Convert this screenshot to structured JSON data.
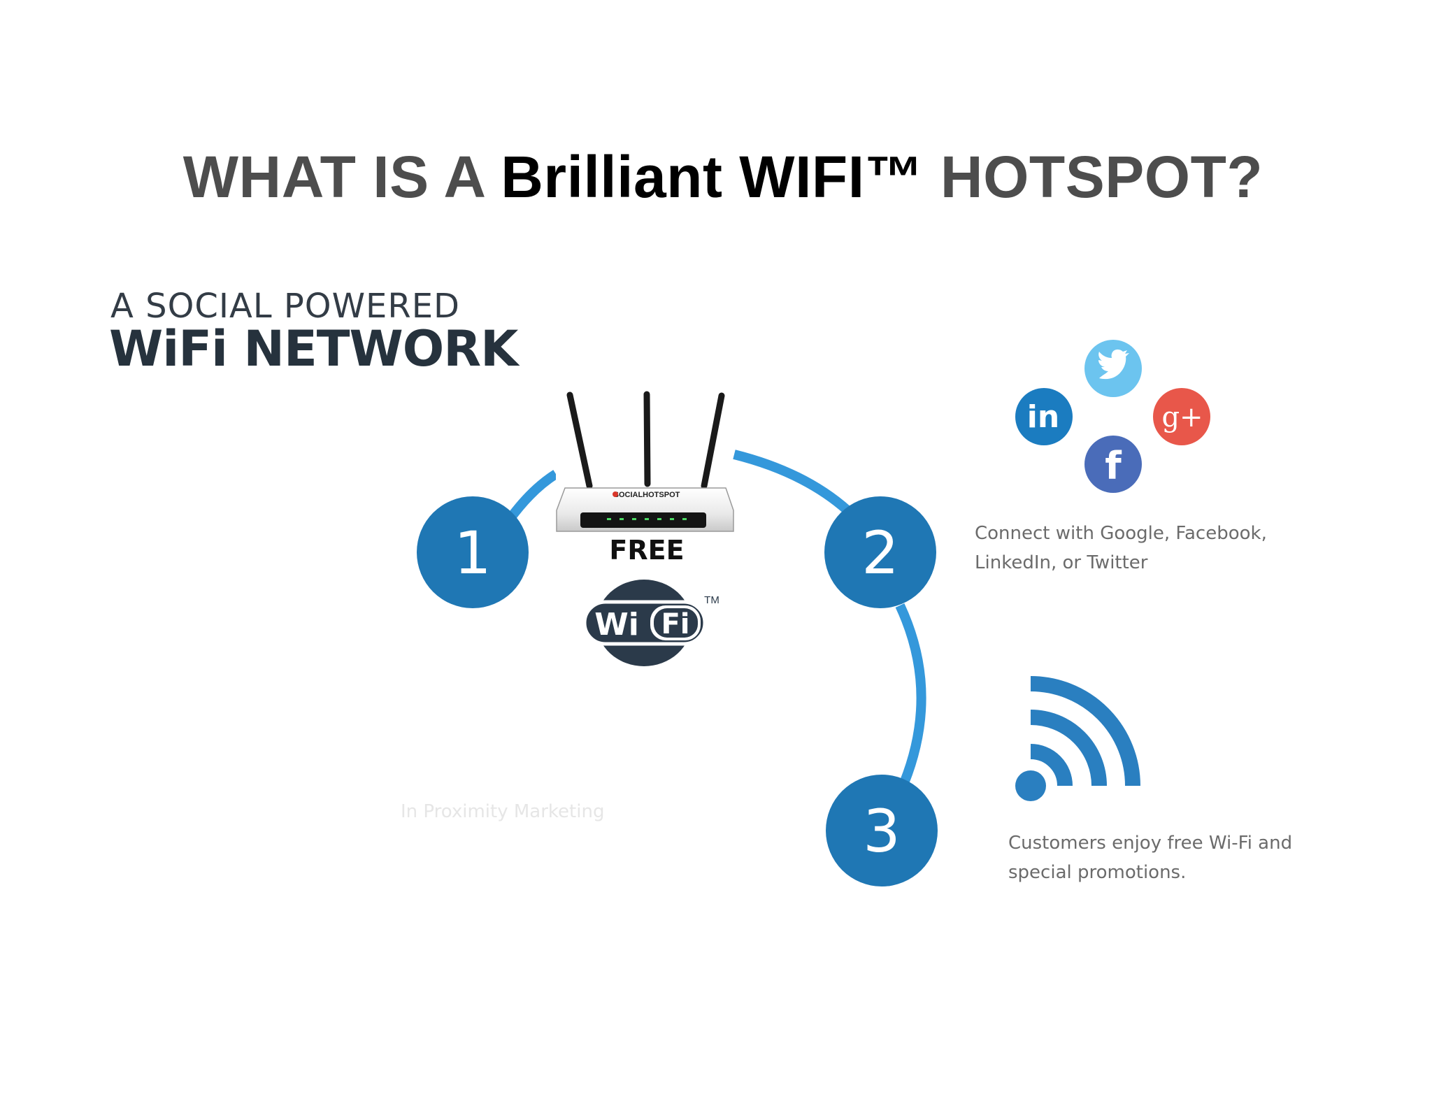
{
  "heading": {
    "prefix": "WHAT IS A ",
    "brand": "Brilliant WIFI™",
    "suffix": " HOTSPOT?"
  },
  "tagline": {
    "line1": "A SOCIAL POWERED",
    "line2": "WiFi NETWORK"
  },
  "router": {
    "brand_label": "SOCIALHOTSPOT"
  },
  "free_wifi": {
    "free_label": "FREE",
    "wi": "Wi",
    "fi": "Fi",
    "tm": "TM"
  },
  "steps": [
    {
      "number": "1"
    },
    {
      "number": "2",
      "caption_line1": "Connect with Google,  Facebook,",
      "caption_line2": "LinkedIn, or Twitter"
    },
    {
      "number": "3",
      "caption_line1": "Customers enjoy free Wi-Fi and",
      "caption_line2": "special promotions."
    }
  ],
  "faded_text": "In Proximity Marketing",
  "social": {
    "linkedin": {
      "icon": "linkedin-icon",
      "glyph": "in",
      "color": "#1b7cc0"
    },
    "twitter": {
      "icon": "twitter-icon",
      "color": "#6cc4ef"
    },
    "googleplus": {
      "icon": "google-plus-icon",
      "glyph": "g+",
      "color": "#e8574a"
    },
    "facebook": {
      "icon": "facebook-icon",
      "glyph": "f",
      "color": "#4a6cb9"
    }
  },
  "colors": {
    "step_circle": "#1f77b4",
    "arc": "#3498db",
    "signal": "#2a7fc0"
  }
}
